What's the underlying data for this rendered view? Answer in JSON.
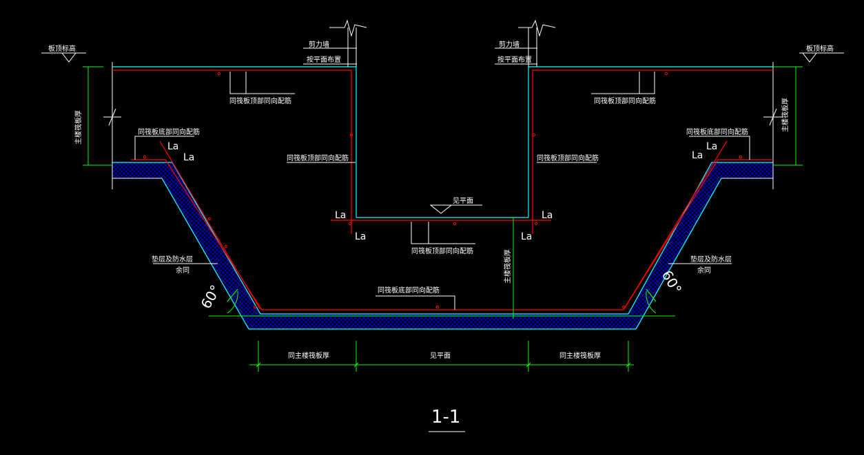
{
  "labels": {
    "elevation_left": "板顶标高",
    "elevation_right": "板顶标高",
    "shear_wall_left": "剪力墙",
    "shear_wall_left_note": "按平面布置",
    "shear_wall_right": "剪力墙",
    "shear_wall_right_note": "按平面布置",
    "top_rebar_left": "同筏板顶部同向配筋",
    "top_rebar_right": "同筏板顶部同向配筋",
    "main_thickness_left": "主楼筏板厚",
    "main_thickness_right": "主楼筏板厚",
    "bottom_rebar_left": "同筏板底部同向配筋",
    "bottom_rebar_right": "同筏板底部同向配筋",
    "wall_rebar_left": "同筏板顶部同向配筋",
    "wall_rebar_right": "同筏板顶部同向配筋",
    "see_plan_level": "见平面",
    "pit_top_rebar": "同筏板顶部同向配筋",
    "main_thickness_mid": "主楼筏板厚",
    "cushion_left": "垫层及防水层",
    "cushion_left_note": "余同",
    "cushion_right": "垫层及防水层",
    "cushion_right_note": "余同",
    "pit_bottom_rebar": "同筏板底部同向配筋",
    "angle_left": "60°",
    "angle_right": "60°",
    "dim_left": "同主楼筏板厚",
    "dim_mid": "见平面",
    "dim_right": "同主楼筏板厚",
    "la_1": "La",
    "la_2": "La",
    "la_3": "La",
    "la_4": "La",
    "la_5": "La",
    "la_6": "La",
    "la_7": "La",
    "la_8": "La",
    "section_title": "1-1"
  },
  "colors": {
    "background": "#000000",
    "concrete_outline": "#00ffff",
    "rebar": "#ff0000",
    "dimension": "#00ff00",
    "text": "#ffffff",
    "hatch": "#0000ff"
  }
}
